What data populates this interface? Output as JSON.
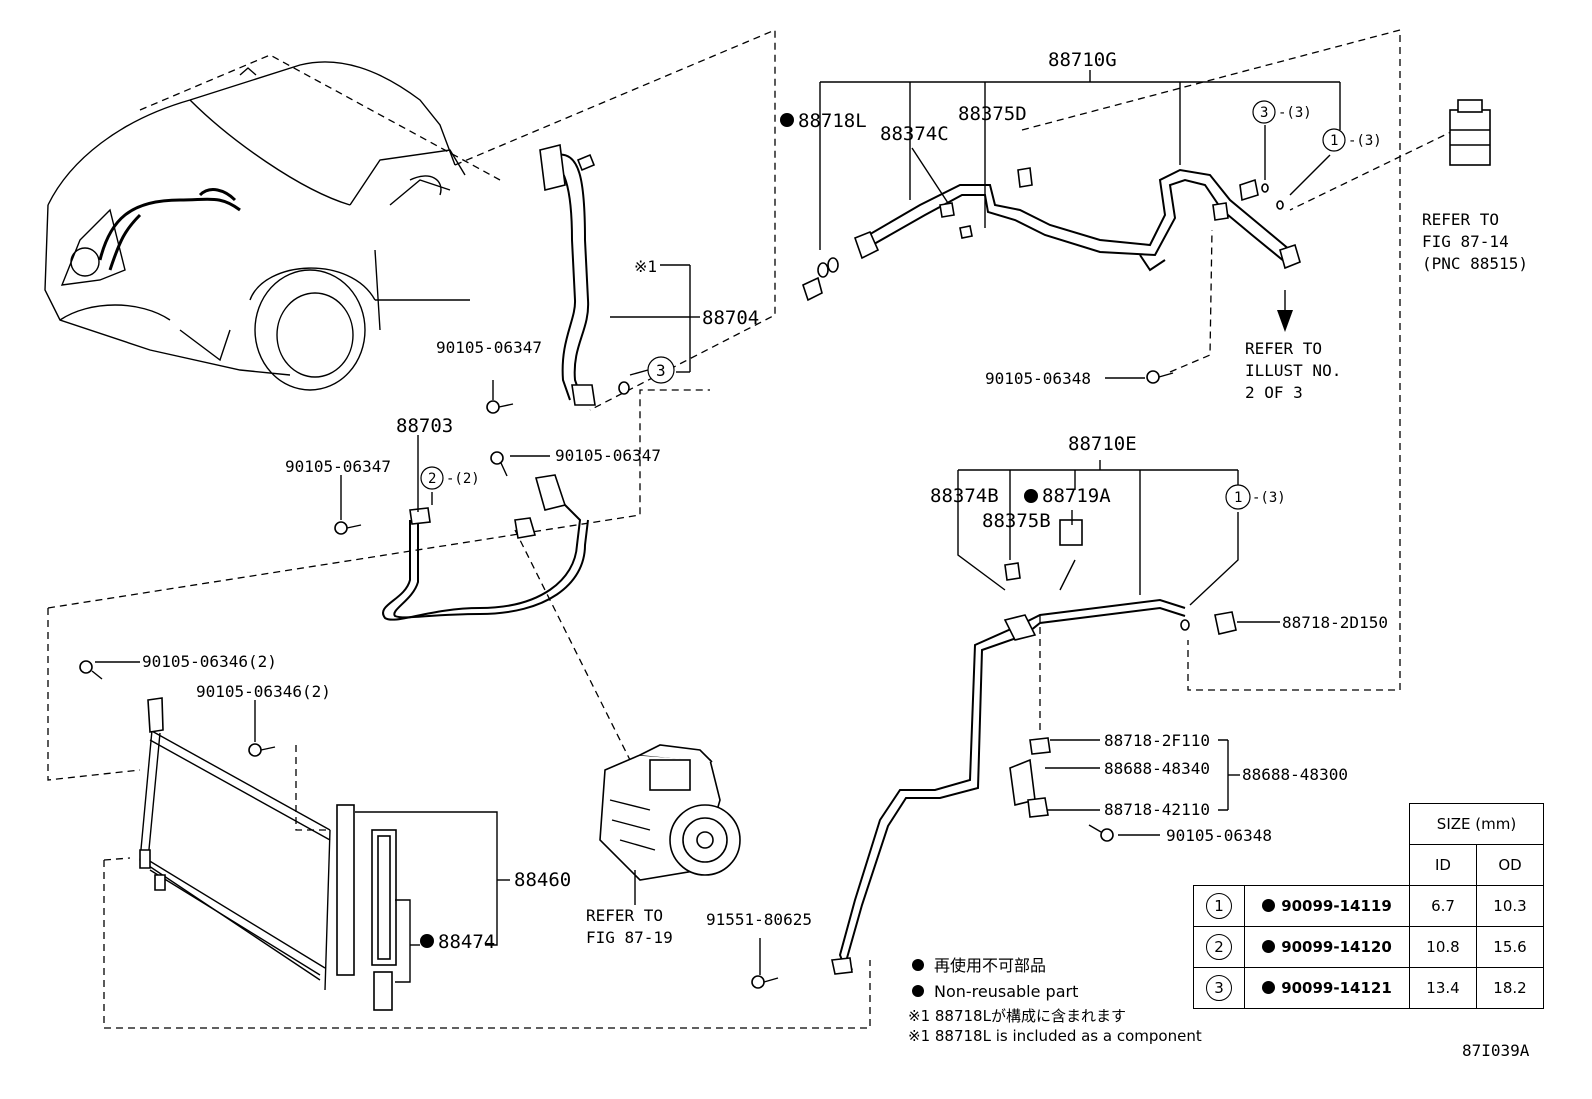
{
  "parts": {
    "p88710G": "88710G",
    "p88718L": "88718L",
    "p88374C": "88374C",
    "p88375D": "88375D",
    "p88704": "88704",
    "note_mark": "※1",
    "p88703": "88703",
    "p90105_06347_a": "90105-06347",
    "p90105_06347_b": "90105-06347",
    "p90105_06347_c": "90105-06347",
    "p90105_06348_top": "90105-06348",
    "p88710E": "88710E",
    "p88374B": "88374B",
    "p88719A": "88719A",
    "p88375B": "88375B",
    "p88718_2D150": "88718-2D150",
    "p90105_06346_a": "90105-06346(2)",
    "p90105_06346_b": "90105-06346(2)",
    "p88718_2F110": "88718-2F110",
    "p88688_48340": "88688-48340",
    "p88688_48300": "88688-48300",
    "p88718_42110": "88718-42110",
    "p90105_06348_bot": "90105-06348",
    "p88460": "88460",
    "p88474": "88474",
    "p91551_80625": "91551-80625",
    "qty2": "-(2)",
    "qty3a": "-(3)",
    "qty3b": "-(3)",
    "qty3c": "-(3)",
    "c1": "1",
    "c2": "2",
    "c3": "3"
  },
  "refs": {
    "compressor_1": "REFER TO",
    "compressor_2": "FIG 87-19",
    "expansion_1": "REFER TO",
    "expansion_2": "FIG 87-14",
    "expansion_3": "(PNC 88515)",
    "illust_1": "REFER TO",
    "illust_2": "ILLUST NO.",
    "illust_3": "2 OF 3"
  },
  "legend": {
    "jp_nonreusable": "再使用不可部品",
    "en_nonreusable": "Non-reusable part",
    "jp_note": "※1 88718Lが構成に含まれます",
    "en_note": "※1 88718L is included as a component"
  },
  "size_table": {
    "header": "SIZE (mm)",
    "col_id": "ID",
    "col_od": "OD",
    "rows": [
      {
        "num": "1",
        "part": "90099-14119",
        "id": "6.7",
        "od": "10.3"
      },
      {
        "num": "2",
        "part": "90099-14120",
        "id": "10.8",
        "od": "15.6"
      },
      {
        "num": "3",
        "part": "90099-14121",
        "id": "13.4",
        "od": "18.2"
      }
    ]
  },
  "figure_code": "87I039A"
}
